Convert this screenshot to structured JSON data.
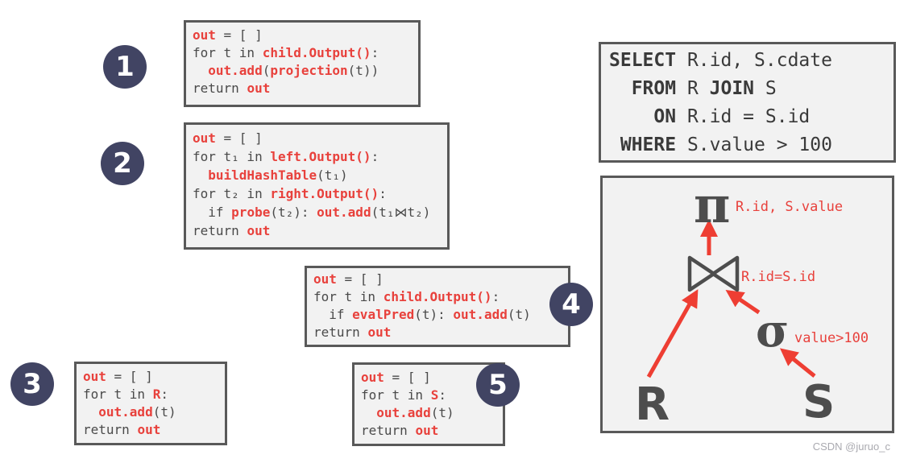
{
  "colors": {
    "token_red": "#e8413c",
    "token_dark": "#4a4a4a",
    "arrow_red": "#ee3e33",
    "circle_navy": "#414463",
    "box_bg": "#f2f2f2",
    "box_border": "#595959",
    "tree_symbol_gray": "#4d4d4d"
  },
  "badges": [
    "1",
    "2",
    "3",
    "4",
    "5"
  ],
  "code_blocks": [
    {
      "label": "projection-operator",
      "lines": [
        [
          [
            "out",
            "r"
          ],
          [
            " = [ ]",
            "d"
          ]
        ],
        [
          [
            "for t in ",
            "d"
          ],
          [
            "child.Output()",
            "r"
          ],
          [
            ":",
            "d"
          ]
        ],
        [
          [
            "  ",
            "d"
          ],
          [
            "out.add",
            "r"
          ],
          [
            "(",
            "d"
          ],
          [
            "projection",
            "r"
          ],
          [
            "(t))",
            "d"
          ]
        ],
        [
          [
            "return ",
            "d"
          ],
          [
            "out",
            "r"
          ]
        ]
      ]
    },
    {
      "label": "hash-join-operator",
      "lines": [
        [
          [
            "out",
            "r"
          ],
          [
            " = [ ]",
            "d"
          ]
        ],
        [
          [
            "for t₁ in ",
            "d"
          ],
          [
            "left.Output()",
            "r"
          ],
          [
            ":",
            "d"
          ]
        ],
        [
          [
            "  ",
            "d"
          ],
          [
            "buildHashTable",
            "r"
          ],
          [
            "(t₁)",
            "d"
          ]
        ],
        [
          [
            "for t₂ in ",
            "d"
          ],
          [
            "right.Output()",
            "r"
          ],
          [
            ":",
            "d"
          ]
        ],
        [
          [
            "  if ",
            "d"
          ],
          [
            "probe",
            "r"
          ],
          [
            "(t₂): ",
            "d"
          ],
          [
            "out.add",
            "r"
          ],
          [
            "(t₁⋈t₂)",
            "d"
          ]
        ],
        [
          [
            "return ",
            "d"
          ],
          [
            "out",
            "r"
          ]
        ]
      ]
    },
    {
      "label": "scan-r-operator",
      "lines": [
        [
          [
            "out",
            "r"
          ],
          [
            " = [ ]",
            "d"
          ]
        ],
        [
          [
            "for t in ",
            "d"
          ],
          [
            "R",
            "r"
          ],
          [
            ":",
            "d"
          ]
        ],
        [
          [
            "  ",
            "d"
          ],
          [
            "out.add",
            "r"
          ],
          [
            "(t)",
            "d"
          ]
        ],
        [
          [
            "return ",
            "d"
          ],
          [
            "out",
            "r"
          ]
        ]
      ]
    },
    {
      "label": "filter-operator",
      "lines": [
        [
          [
            "out",
            "r"
          ],
          [
            " = [ ]",
            "d"
          ]
        ],
        [
          [
            "for t in ",
            "d"
          ],
          [
            "child.Output()",
            "r"
          ],
          [
            ":",
            "d"
          ]
        ],
        [
          [
            "  if ",
            "d"
          ],
          [
            "evalPred",
            "r"
          ],
          [
            "(t): ",
            "d"
          ],
          [
            "out.add",
            "r"
          ],
          [
            "(t)",
            "d"
          ]
        ],
        [
          [
            "return ",
            "d"
          ],
          [
            "out",
            "r"
          ]
        ]
      ]
    },
    {
      "label": "scan-s-operator",
      "lines": [
        [
          [
            "out",
            "r"
          ],
          [
            " = [ ]",
            "d"
          ]
        ],
        [
          [
            "for t in ",
            "d"
          ],
          [
            "S",
            "r"
          ],
          [
            ":",
            "d"
          ]
        ],
        [
          [
            "  ",
            "d"
          ],
          [
            "out.add",
            "r"
          ],
          [
            "(t)",
            "d"
          ]
        ],
        [
          [
            "return ",
            "d"
          ],
          [
            "out",
            "r"
          ]
        ]
      ]
    }
  ],
  "sql": {
    "lines": [
      [
        [
          "SELECT",
          true
        ],
        [
          " R.id, S.cdate",
          false
        ]
      ],
      [
        [
          "  FROM",
          true
        ],
        [
          " R ",
          false
        ],
        [
          "JOIN",
          true
        ],
        [
          " S",
          false
        ]
      ],
      [
        [
          "    ON",
          true
        ],
        [
          " R.id = S.id",
          false
        ]
      ],
      [
        [
          " WHERE",
          true
        ],
        [
          " S.value > 100",
          false
        ]
      ]
    ]
  },
  "plan": {
    "pi_symbol": "π",
    "pi_label": "R.id, S.value",
    "join_label": "R.id=S.id",
    "sigma_symbol": "σ",
    "sigma_label": "value>100",
    "left_table": "R",
    "right_table": "S"
  },
  "watermark": "CSDN @juruo_c"
}
